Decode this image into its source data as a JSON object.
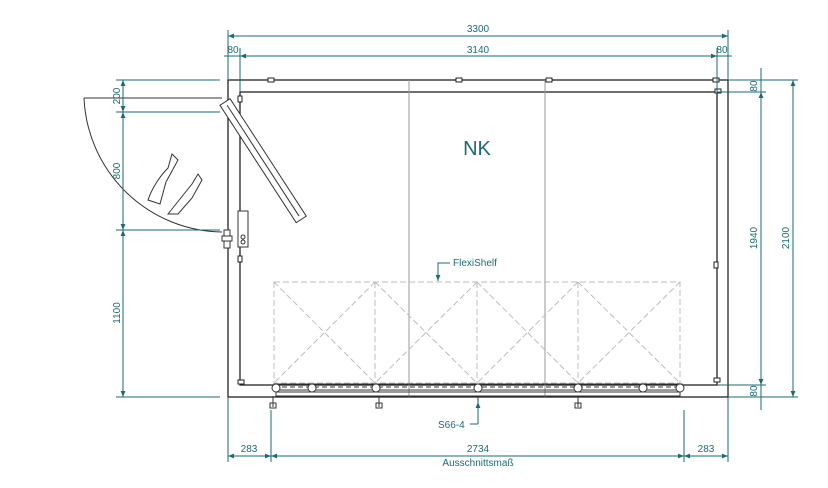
{
  "room_label": "NK",
  "shelf_label": "FlexiShelf",
  "door_label": "S66-4",
  "cutout_label": "Ausschnittsmaß",
  "dimensions": {
    "top_total": "3300",
    "top_left": "80",
    "top_mid": "3140",
    "top_right": "80",
    "right_top": "80",
    "right_mid": "1940",
    "right_bottom": "80",
    "right_total": "2100",
    "left_top": "200",
    "left_mid": "800",
    "left_bottom": "1100",
    "bottom_left": "283",
    "bottom_mid": "2734",
    "bottom_right": "283"
  },
  "colors": {
    "dimension": "#1b6b73",
    "outline": "#222222",
    "shelf": "#b8b8b8"
  }
}
